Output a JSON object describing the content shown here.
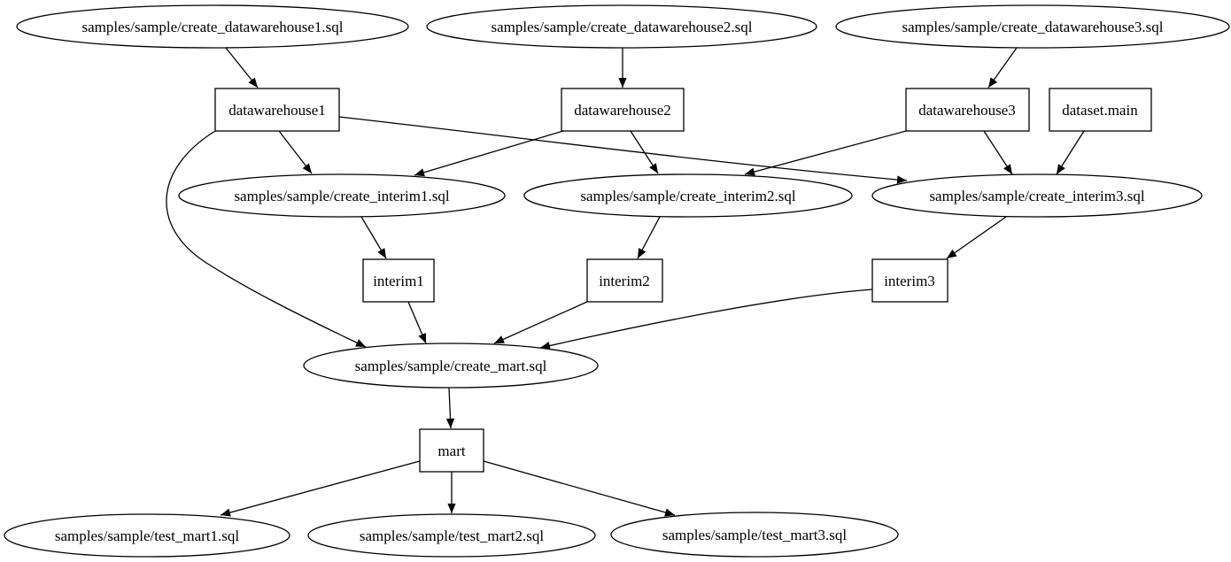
{
  "diagram": {
    "type": "dependency-graph",
    "background_color": "#ffffff",
    "node_border_color": "#000000",
    "edge_color": "#000000",
    "text_color": "#000000",
    "nodes": {
      "create_datawarehouse1": "samples/sample/create_datawarehouse1.sql",
      "create_datawarehouse2": "samples/sample/create_datawarehouse2.sql",
      "create_datawarehouse3": "samples/sample/create_datawarehouse3.sql",
      "datawarehouse1": "datawarehouse1",
      "datawarehouse2": "datawarehouse2",
      "datawarehouse3": "datawarehouse3",
      "dataset_main": "dataset.main",
      "create_interim1": "samples/sample/create_interim1.sql",
      "create_interim2": "samples/sample/create_interim2.sql",
      "create_interim3": "samples/sample/create_interim3.sql",
      "interim1": "interim1",
      "interim2": "interim2",
      "interim3": "interim3",
      "create_mart": "samples/sample/create_mart.sql",
      "mart": "mart",
      "test_mart1": "samples/sample/test_mart1.sql",
      "test_mart2": "samples/sample/test_mart2.sql",
      "test_mart3": "samples/sample/test_mart3.sql"
    },
    "edges": [
      {
        "from": "samples/sample/create_datawarehouse1.sql",
        "to": "datawarehouse1"
      },
      {
        "from": "samples/sample/create_datawarehouse2.sql",
        "to": "datawarehouse2"
      },
      {
        "from": "samples/sample/create_datawarehouse3.sql",
        "to": "datawarehouse3"
      },
      {
        "from": "datawarehouse1",
        "to": "samples/sample/create_interim1.sql"
      },
      {
        "from": "datawarehouse1",
        "to": "samples/sample/create_interim3.sql"
      },
      {
        "from": "datawarehouse1",
        "to": "samples/sample/create_mart.sql"
      },
      {
        "from": "datawarehouse2",
        "to": "samples/sample/create_interim1.sql"
      },
      {
        "from": "datawarehouse2",
        "to": "samples/sample/create_interim2.sql"
      },
      {
        "from": "datawarehouse3",
        "to": "samples/sample/create_interim2.sql"
      },
      {
        "from": "datawarehouse3",
        "to": "samples/sample/create_interim3.sql"
      },
      {
        "from": "dataset.main",
        "to": "samples/sample/create_interim3.sql"
      },
      {
        "from": "samples/sample/create_interim1.sql",
        "to": "interim1"
      },
      {
        "from": "samples/sample/create_interim2.sql",
        "to": "interim2"
      },
      {
        "from": "samples/sample/create_interim3.sql",
        "to": "interim3"
      },
      {
        "from": "interim1",
        "to": "samples/sample/create_mart.sql"
      },
      {
        "from": "interim2",
        "to": "samples/sample/create_mart.sql"
      },
      {
        "from": "interim3",
        "to": "samples/sample/create_mart.sql"
      },
      {
        "from": "samples/sample/create_mart.sql",
        "to": "mart"
      },
      {
        "from": "mart",
        "to": "samples/sample/test_mart1.sql"
      },
      {
        "from": "mart",
        "to": "samples/sample/test_mart2.sql"
      },
      {
        "from": "mart",
        "to": "samples/sample/test_mart3.sql"
      }
    ]
  }
}
